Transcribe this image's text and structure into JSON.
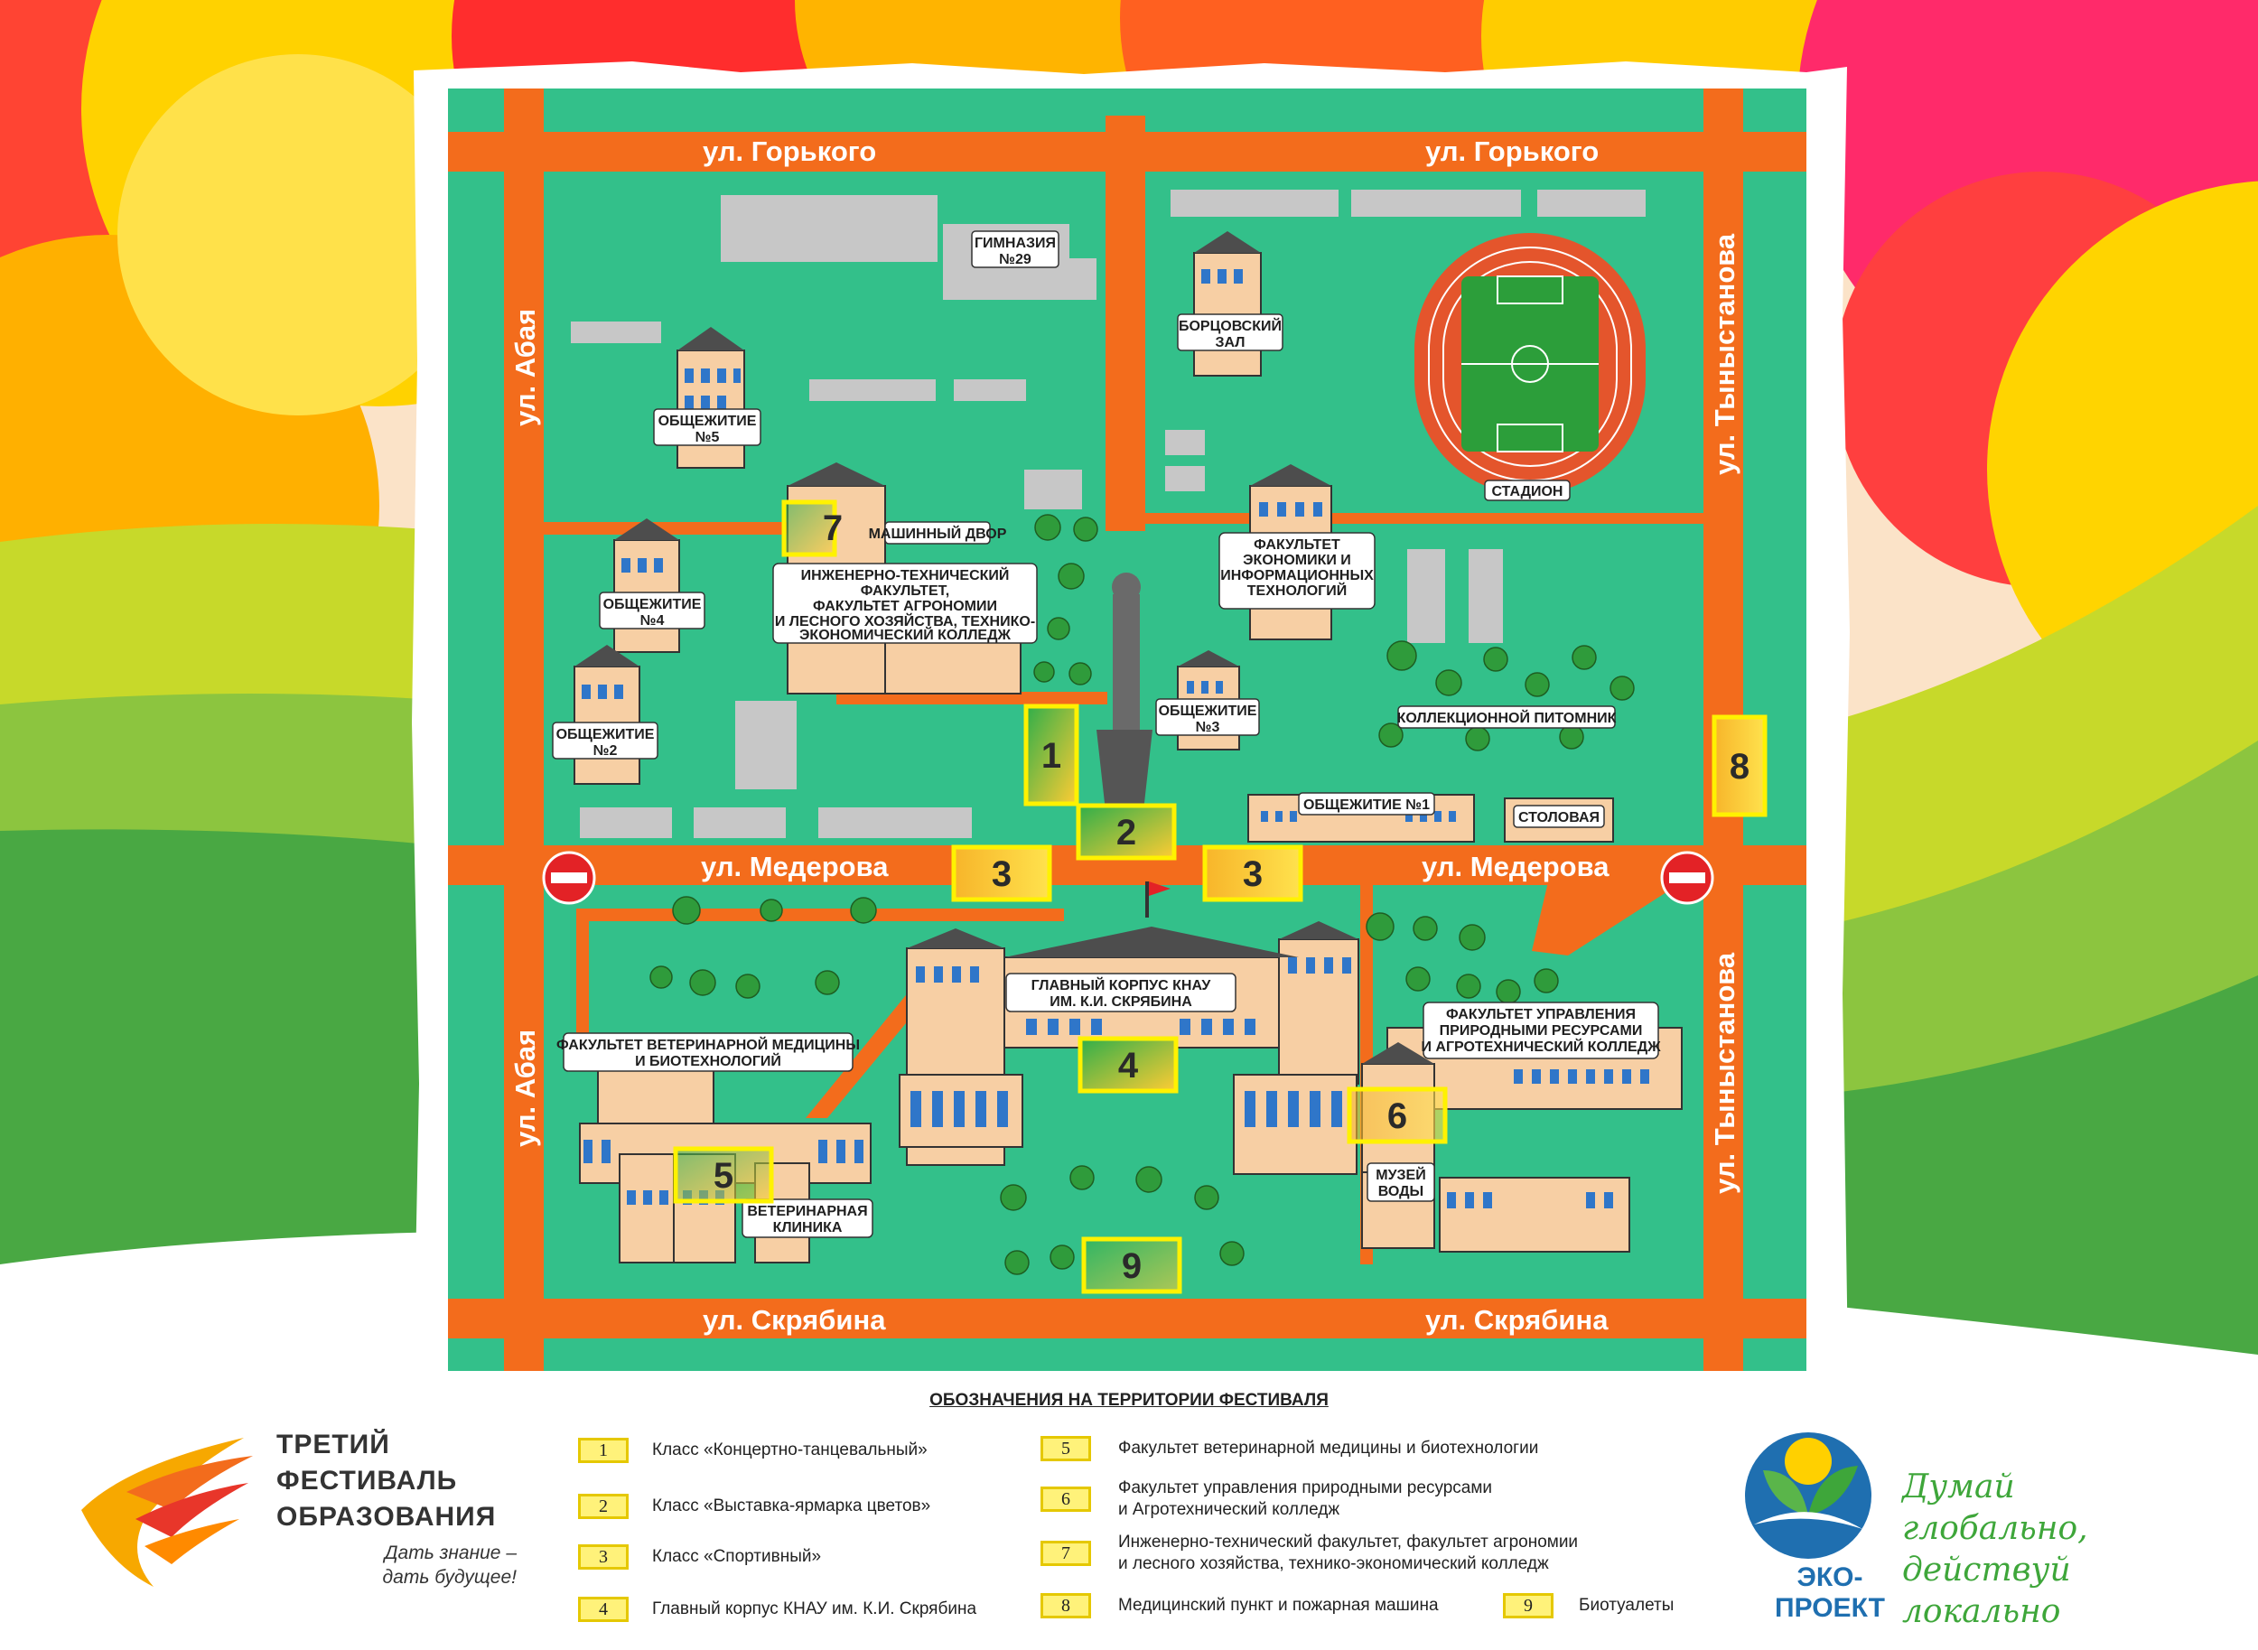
{
  "colors": {
    "grass": "#33c08a",
    "road": "#f36c1c",
    "building": "#f7cfa4",
    "gray_block": "#c7c7c7",
    "highlight": "#fff200",
    "legend_number": "#fff27a"
  },
  "streets": {
    "gorky_left": "ул. Горького",
    "gorky_right": "ул. Горького",
    "abaya_top": "ул. Абая",
    "abaya_bottom": "ул. Абая",
    "tynystanova_top": "ул. Тыныстанова",
    "tynystanova_bottom": "ул. Тыныстанова",
    "mederova_left": "ул. Медерова",
    "mederova_right": "ул. Медерова",
    "skryabina_left": "ул. Скрябина",
    "skryabina_right": "ул. Скрябина"
  },
  "labels": {
    "gymnasium_1": "ГИМНАЗИЯ",
    "gymnasium_2": "№29",
    "dorm5_1": "ОБЩЕЖИТИЕ",
    "dorm5_2": "№5",
    "dorm4_1": "ОБЩЕЖИТИЕ",
    "dorm4_2": "№4",
    "dorm2_1": "ОБЩЕЖИТИЕ",
    "dorm2_2": "№2",
    "dorm3_1": "ОБЩЕЖИТИЕ",
    "dorm3_2": "№3",
    "dorm1": "ОБЩЕЖИТИЕ №1",
    "machine_yard": "МАШИННЫЙ ДВОР",
    "engineering_1": "ИНЖЕНЕРНО-ТЕХНИЧЕСКИЙ",
    "engineering_2": "ФАКУЛЬТЕТ,",
    "engineering_3": "ФАКУЛЬТЕТ АГРОНОМИИ",
    "engineering_4": "И ЛЕСНОГО ХОЗЯЙСТВА, ТЕХНИКО-",
    "engineering_5": "ЭКОНОМИЧЕСКИЙ КОЛЛЕДЖ",
    "wrestling_1": "БОРЦОВСКИЙ",
    "wrestling_2": "ЗАЛ",
    "stadium": "СТАДИОН",
    "economics_1": "ФАКУЛЬТЕТ",
    "economics_2": "ЭКОНОМИКИ И",
    "economics_3": "ИНФОРМАЦИОННЫХ",
    "economics_4": "ТЕХНОЛОГИЙ",
    "nursery": "КОЛЛЕКЦИОННОЙ ПИТОМНИК",
    "canteen": "СТОЛОВАЯ",
    "main_building_1": "ГЛАВНЫЙ КОРПУС КНАУ",
    "main_building_2": "ИМ. К.И. СКРЯБИНА",
    "vet_faculty_1": "ФАКУЛЬТЕТ ВЕТЕРИНАРНОЙ МЕДИЦИНЫ",
    "vet_faculty_2": "И БИОТЕХНОЛОГИЙ",
    "vet_clinic_1": "ВЕТЕРИНАРНАЯ",
    "vet_clinic_2": "КЛИНИКА",
    "resources_1": "ФАКУЛЬТЕТ УПРАВЛЕНИЯ",
    "resources_2": "ПРИРОДНЫМИ РЕСУРСАМИ",
    "resources_3": "И АГРОТЕХНИЧЕСКИЙ КОЛЛЕДЖ",
    "water_museum_1": "МУЗЕЙ",
    "water_museum_2": "ВОДЫ"
  },
  "markers": {
    "m1": "1",
    "m2": "2",
    "m3a": "3",
    "m3b": "3",
    "m4": "4",
    "m5": "5",
    "m6": "6",
    "m7": "7",
    "m8": "8",
    "m9": "9"
  },
  "legend": {
    "title": "ОБОЗНАЧЕНИЯ НА ТЕРРИТОРИИ ФЕСТИВАЛЯ",
    "items": [
      {
        "num": "1",
        "text": "Класс «Концертно-танцевальный»"
      },
      {
        "num": "2",
        "text": "Класс «Выставка-ярмарка цветов»"
      },
      {
        "num": "3",
        "text": "Класс «Спортивный»"
      },
      {
        "num": "4",
        "text": "Главный корпус КНАУ им. К.И. Скрябина"
      },
      {
        "num": "5",
        "text": "Факультет ветеринарной медицины и биотехнологии"
      },
      {
        "num": "6",
        "text": "Факультет управления природными ресурсами",
        "text2": "и Агротехнический колледж"
      },
      {
        "num": "7",
        "text": "Инженерно-технический факультет, факультет агрономии",
        "text2": "и лесного хозяйства, технико-экономический колледж"
      },
      {
        "num": "8",
        "text": "Медицинский пункт и пожарная машина"
      },
      {
        "num": "9",
        "text": "Биотуалеты"
      }
    ]
  },
  "festival": {
    "line1": "ТРЕТИЙ",
    "line2": "ФЕСТИВАЛЬ",
    "line3": "ОБРАЗОВАНИЯ",
    "slogan1": "Дать знание –",
    "slogan2": "дать будущее!"
  },
  "eco": {
    "name": "ЭКО-ПРОЕКТ",
    "slogan1": "Думай глобально,",
    "slogan2": "действуй локально"
  }
}
